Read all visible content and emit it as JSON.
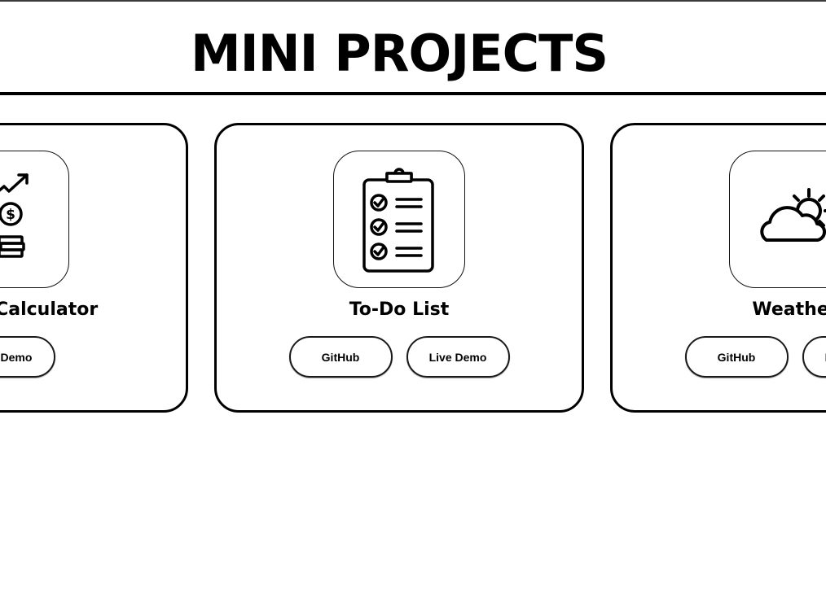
{
  "header": {
    "title": "MINI PROJECTS"
  },
  "projects": [
    {
      "title": "Interest Calculator",
      "icon": "interest-growth-coins-icon",
      "buttons": [
        "Live Demo"
      ]
    },
    {
      "title": "To-Do List",
      "icon": "clipboard-checklist-icon",
      "buttons": [
        "GitHub",
        "Live Demo"
      ]
    },
    {
      "title": "Weather",
      "icon": "cloud-sun-icon",
      "buttons": [
        "GitHub",
        "Live Demo"
      ]
    }
  ],
  "colors": {
    "foreground": "#000000",
    "background": "#ffffff",
    "top_bar": "#3a3a3a"
  }
}
